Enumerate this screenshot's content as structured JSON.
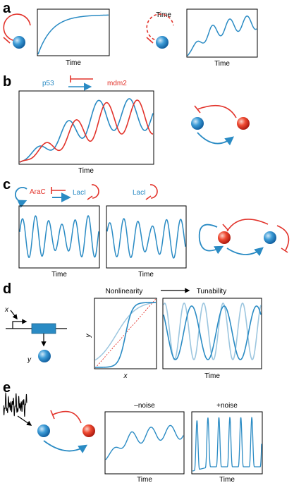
{
  "colors": {
    "blue": "#2a8bc4",
    "red": "#e2332b",
    "light_blue": "#9cc6df",
    "black": "#000000",
    "grey": "#6a6a6a"
  },
  "panels": {
    "a": {
      "letter": "a",
      "plot1": {
        "xlabel": "Time"
      },
      "delay_label": "Time",
      "plot2": {
        "xlabel": "Time"
      }
    },
    "b": {
      "letter": "b",
      "gene1": "p53",
      "gene2": "mdm2",
      "plot": {
        "xlabel": "Time"
      }
    },
    "c": {
      "letter": "c",
      "gene1": "AraC",
      "gene2": "LacI",
      "gene3": "LacI",
      "plot1": {
        "xlabel": "Time"
      },
      "plot2": {
        "xlabel": "Time"
      }
    },
    "d": {
      "letter": "d",
      "input_label": "x",
      "output_label": "y",
      "heading_left": "Nonlinearity",
      "heading_right": "Tunability",
      "plot1": {
        "xlabel": "x",
        "ylabel": "y"
      },
      "plot2": {
        "xlabel": "Time"
      }
    },
    "e": {
      "letter": "e",
      "plot1": {
        "title": "–noise",
        "xlabel": "Time"
      },
      "plot2": {
        "title": "+noise",
        "xlabel": "Time"
      }
    }
  }
}
